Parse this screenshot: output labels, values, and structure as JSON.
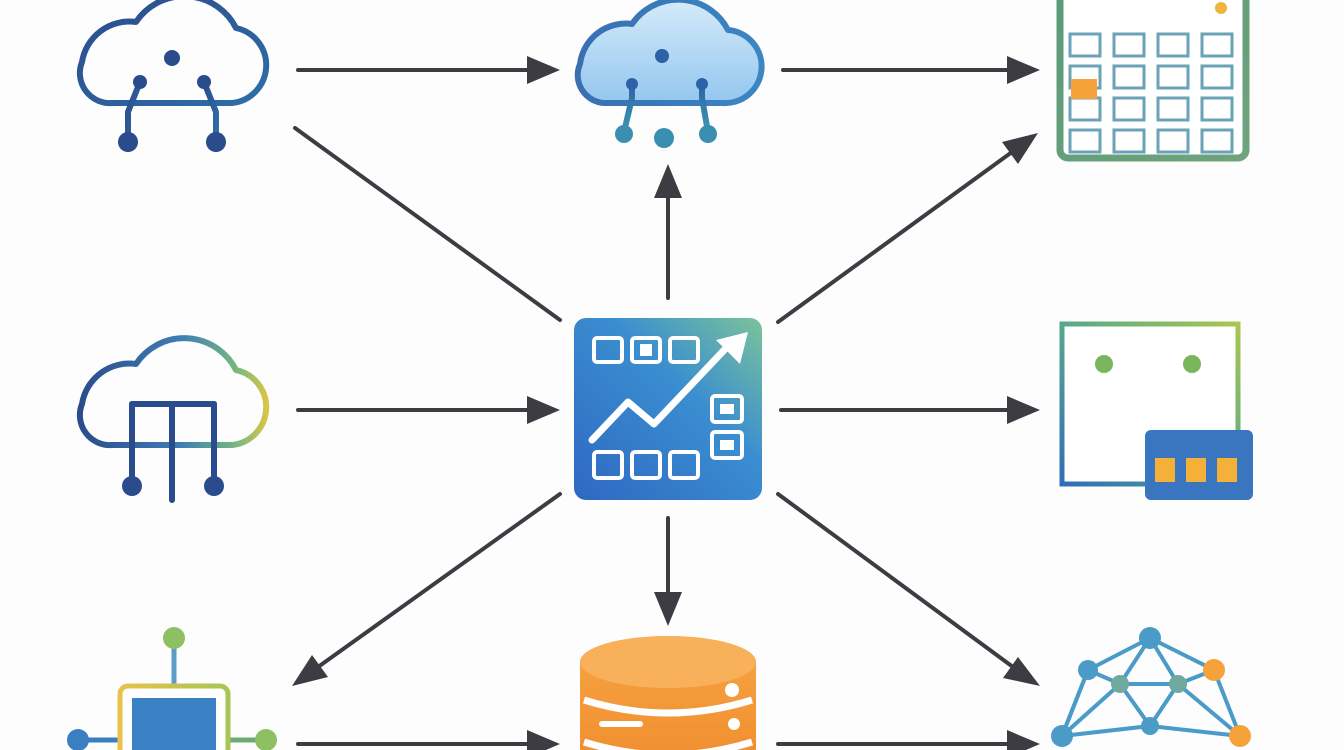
{
  "diagram": {
    "nodes": [
      {
        "id": "cloud-network-top-left",
        "icon": "cloud-network-icon"
      },
      {
        "id": "cloud-network-top-center",
        "icon": "cloud-network-icon"
      },
      {
        "id": "calendar-top-right",
        "icon": "calendar-icon"
      },
      {
        "id": "cloud-network-middle-left",
        "icon": "cloud-network-icon"
      },
      {
        "id": "analytics-dashboard-center",
        "icon": "analytics-dashboard-icon"
      },
      {
        "id": "spreadsheet-grid-middle-right",
        "icon": "spreadsheet-grid-icon"
      },
      {
        "id": "processor-chip-bottom-left",
        "icon": "chip-icon"
      },
      {
        "id": "database-bottom-center",
        "icon": "database-icon"
      },
      {
        "id": "mesh-network-bottom-right",
        "icon": "mesh-network-icon"
      }
    ],
    "edges": [
      {
        "from": "cloud-network-top-left",
        "to": "cloud-network-top-center"
      },
      {
        "from": "cloud-network-top-center",
        "to": "calendar-top-right"
      },
      {
        "from": "cloud-network-top-left",
        "to": "analytics-dashboard-center"
      },
      {
        "from": "analytics-dashboard-center",
        "to": "cloud-network-top-center"
      },
      {
        "from": "analytics-dashboard-center",
        "to": "calendar-top-right"
      },
      {
        "from": "cloud-network-middle-left",
        "to": "analytics-dashboard-center"
      },
      {
        "from": "analytics-dashboard-center",
        "to": "spreadsheet-grid-middle-right"
      },
      {
        "from": "analytics-dashboard-center",
        "to": "processor-chip-bottom-left"
      },
      {
        "from": "analytics-dashboard-center",
        "to": "database-bottom-center"
      },
      {
        "from": "analytics-dashboard-center",
        "to": "mesh-network-bottom-right"
      },
      {
        "from": "processor-chip-bottom-left",
        "to": "database-bottom-center"
      },
      {
        "from": "database-bottom-center",
        "to": "mesh-network-bottom-right"
      }
    ],
    "colors": {
      "arrow": "#3c3c42",
      "navy": "#2b4c8c",
      "blue": "#3b82c4",
      "light_blue": "#b5daf5",
      "teal": "#4b9aa8",
      "green": "#6fa37c",
      "lime": "#9cc24f",
      "yellow": "#d7c045",
      "orange": "#f5a23a",
      "orange_dark": "#ee8a2c"
    }
  }
}
